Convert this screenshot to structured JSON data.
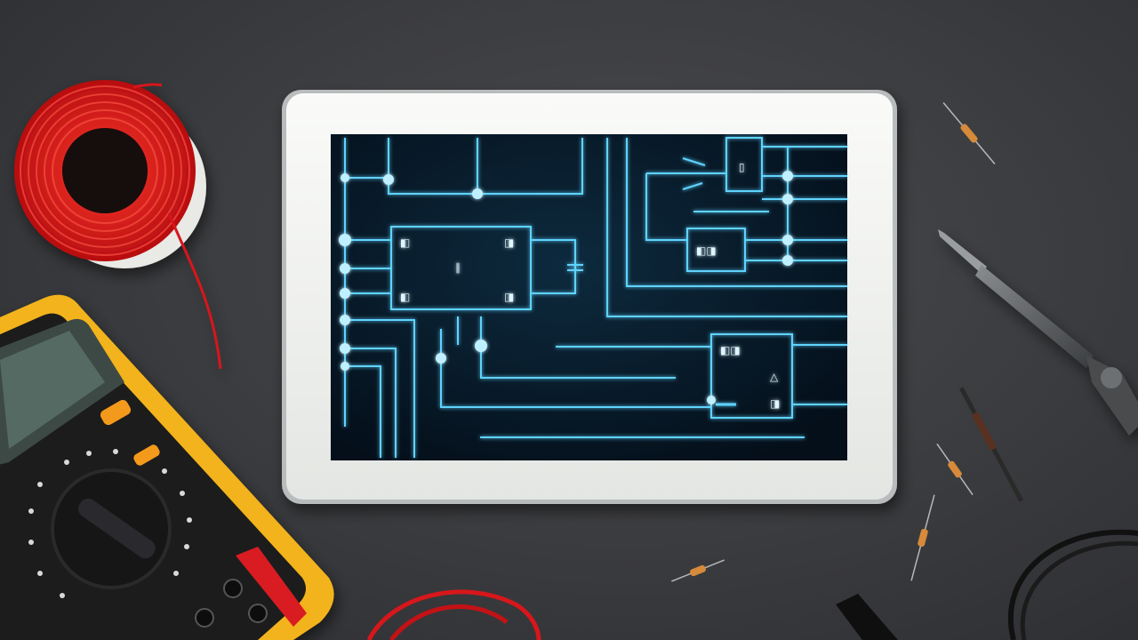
{
  "scene": {
    "description_label": "",
    "colors": {
      "background": "#3a3b3e",
      "tablet_frame": "#f2f3f1",
      "screen": "#061522",
      "glow": "#5fd3ff",
      "wire_spool": "#e4161a",
      "multimeter_body": "#f2b31a",
      "multimeter_panel": "#1c1c1e"
    },
    "objects": [
      {
        "name": "tablet",
        "icon": "tablet-icon"
      },
      {
        "name": "circuit-diagram",
        "icon": "circuit-icon"
      },
      {
        "name": "red-wire-spool",
        "icon": "spool-icon"
      },
      {
        "name": "multimeter",
        "icon": "multimeter-icon"
      },
      {
        "name": "soldering-iron",
        "icon": "soldering-iron-icon"
      },
      {
        "name": "resistors",
        "icon": "resistor-icon"
      },
      {
        "name": "black-cable",
        "icon": "cable-icon"
      }
    ]
  }
}
